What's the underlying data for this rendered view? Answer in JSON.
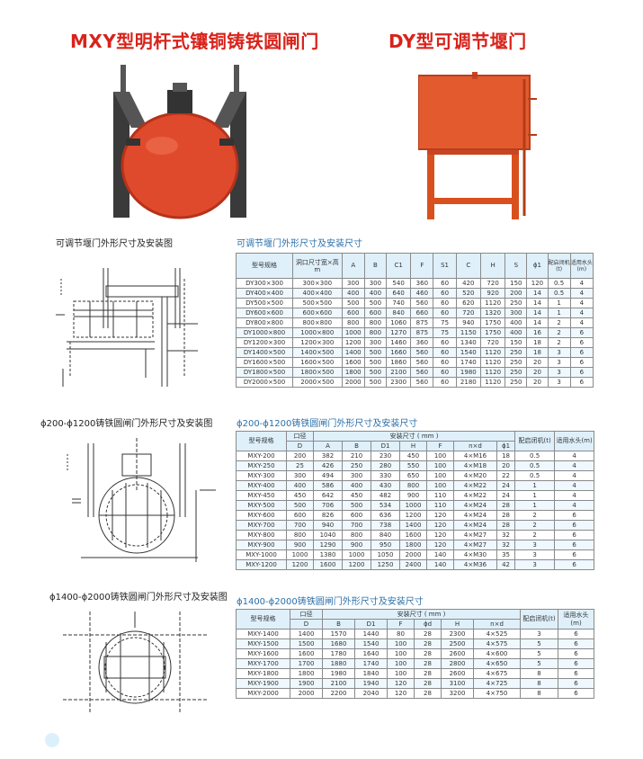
{
  "titles": {
    "left": "MXY型明杆式镶铜铸铁圆闸门",
    "right": "DY型可调节堰门"
  },
  "section1": {
    "drawing_title": "可调节堰门外形尺寸及安装图",
    "table_title": "可调节堰门外形尺寸及安装尺寸",
    "headers": [
      "型号规格",
      "洞口尺寸宽×高m",
      "A",
      "B",
      "C1",
      "F",
      "S1",
      "C",
      "H",
      "S",
      "ϕ1",
      "配启闭机(t)",
      "适用水头(m)"
    ],
    "rows": [
      [
        "DY300×300",
        "300×300",
        "300",
        "300",
        "540",
        "360",
        "60",
        "420",
        "720",
        "150",
        "120",
        "0.5",
        "4"
      ],
      [
        "DY400×400",
        "400×400",
        "400",
        "400",
        "640",
        "460",
        "60",
        "520",
        "920",
        "200",
        "14",
        "0.5",
        "4"
      ],
      [
        "DY500×500",
        "500×500",
        "500",
        "500",
        "740",
        "560",
        "60",
        "620",
        "1120",
        "250",
        "14",
        "1",
        "4"
      ],
      [
        "DY600×600",
        "600×600",
        "600",
        "600",
        "840",
        "660",
        "60",
        "720",
        "1320",
        "300",
        "14",
        "1",
        "4"
      ],
      [
        "DY800×800",
        "800×800",
        "800",
        "800",
        "1060",
        "875",
        "75",
        "940",
        "1750",
        "400",
        "14",
        "2",
        "4"
      ],
      [
        "DY1000×800",
        "1000×800",
        "1000",
        "800",
        "1270",
        "875",
        "75",
        "1150",
        "1750",
        "400",
        "16",
        "2",
        "6"
      ],
      [
        "DY1200×300",
        "1200×300",
        "1200",
        "300",
        "1460",
        "360",
        "60",
        "1340",
        "720",
        "150",
        "18",
        "2",
        "6"
      ],
      [
        "DY1400×500",
        "1400×500",
        "1400",
        "500",
        "1660",
        "560",
        "60",
        "1540",
        "1120",
        "250",
        "18",
        "3",
        "6"
      ],
      [
        "DY1600×500",
        "1600×500",
        "1600",
        "500",
        "1860",
        "560",
        "60",
        "1740",
        "1120",
        "250",
        "20",
        "3",
        "6"
      ],
      [
        "DY1800×500",
        "1800×500",
        "1800",
        "500",
        "2100",
        "560",
        "60",
        "1980",
        "1120",
        "250",
        "20",
        "3",
        "6"
      ],
      [
        "DY2000×500",
        "2000×500",
        "2000",
        "500",
        "2300",
        "560",
        "60",
        "2180",
        "1120",
        "250",
        "20",
        "3",
        "6"
      ]
    ]
  },
  "section2": {
    "drawing_title": "ϕ200-ϕ1200铸铁圆闸门外形尺寸及安装图",
    "table_title": "ϕ200-ϕ1200铸铁圆闸门外形尺寸及安装尺寸",
    "h_model": "型号规格",
    "h_caliber": "口径",
    "h_install": "安装尺寸 ( mm )",
    "h_hoist": "配启闭机(t)",
    "h_head": "适用水头(m)",
    "sub": [
      "D",
      "A",
      "B",
      "D1",
      "H",
      "F",
      "n×d",
      "ϕ1"
    ],
    "rows": [
      [
        "MXY-200",
        "200",
        "382",
        "210",
        "230",
        "450",
        "100",
        "4×M16",
        "18",
        "0.5",
        "4"
      ],
      [
        "MXY-250",
        "25",
        "426",
        "250",
        "280",
        "550",
        "100",
        "4×M18",
        "20",
        "0.5",
        "4"
      ],
      [
        "MXY-300",
        "300",
        "494",
        "300",
        "330",
        "650",
        "100",
        "4×M20",
        "22",
        "0.5",
        "4"
      ],
      [
        "MXY-400",
        "400",
        "586",
        "400",
        "430",
        "800",
        "100",
        "4×M22",
        "24",
        "1",
        "4"
      ],
      [
        "MXY-450",
        "450",
        "642",
        "450",
        "482",
        "900",
        "110",
        "4×M22",
        "24",
        "1",
        "4"
      ],
      [
        "MXY-500",
        "500",
        "706",
        "500",
        "534",
        "1000",
        "110",
        "4×M24",
        "28",
        "1",
        "4"
      ],
      [
        "MXY-600",
        "600",
        "826",
        "600",
        "636",
        "1200",
        "120",
        "4×M24",
        "28",
        "2",
        "6"
      ],
      [
        "MXY-700",
        "700",
        "940",
        "700",
        "738",
        "1400",
        "120",
        "4×M24",
        "28",
        "2",
        "6"
      ],
      [
        "MXY-800",
        "800",
        "1040",
        "800",
        "840",
        "1600",
        "120",
        "4×M27",
        "32",
        "2",
        "6"
      ],
      [
        "MXY-900",
        "900",
        "1290",
        "900",
        "950",
        "1800",
        "120",
        "4×M27",
        "32",
        "3",
        "6"
      ],
      [
        "MXY-1000",
        "1000",
        "1380",
        "1000",
        "1050",
        "2000",
        "140",
        "4×M30",
        "35",
        "3",
        "6"
      ],
      [
        "MXY-1200",
        "1200",
        "1600",
        "1200",
        "1250",
        "2400",
        "140",
        "4×M36",
        "42",
        "3",
        "6"
      ]
    ]
  },
  "section3": {
    "drawing_title": "ϕ1400-ϕ2000铸铁圆闸门外形尺寸及安装图",
    "table_title": "ϕ1400-ϕ2000铸铁圆闸门外形尺寸及安装尺寸",
    "h_model": "型号规格",
    "h_caliber": "口径",
    "h_install": "安装尺寸 ( mm )",
    "h_hoist": "配启闭机(t)",
    "h_head": "适用水头(m)",
    "sub": [
      "D",
      "B",
      "D1",
      "F",
      "ϕd",
      "H",
      "n×d"
    ],
    "rows": [
      [
        "MXY-1400",
        "1400",
        "1570",
        "1440",
        "80",
        "28",
        "2300",
        "4×525",
        "3",
        "6"
      ],
      [
        "MXY-1500",
        "1500",
        "1680",
        "1540",
        "100",
        "28",
        "2500",
        "4×575",
        "5",
        "6"
      ],
      [
        "MXY-1600",
        "1600",
        "1780",
        "1640",
        "100",
        "28",
        "2600",
        "4×600",
        "5",
        "6"
      ],
      [
        "MXY-1700",
        "1700",
        "1880",
        "1740",
        "100",
        "28",
        "2800",
        "4×650",
        "5",
        "6"
      ],
      [
        "MXY-1800",
        "1800",
        "1980",
        "1840",
        "100",
        "28",
        "2600",
        "4×675",
        "8",
        "6"
      ],
      [
        "MXY-1900",
        "1900",
        "2100",
        "1940",
        "120",
        "28",
        "3100",
        "4×725",
        "8",
        "6"
      ],
      [
        "MXY-2000",
        "2000",
        "2200",
        "2040",
        "120",
        "28",
        "3200",
        "4×750",
        "8",
        "6"
      ]
    ]
  },
  "colors": {
    "title_red": "#d8231b",
    "section_blue": "#2b6fa8",
    "header_bg": "#dff0fb",
    "gate_red": "#e04a2c"
  },
  "icons": [
    "circular-gate-photo",
    "weir-gate-photo",
    "weir-drawing",
    "circular-gate-drawing",
    "large-circular-gate-drawing"
  ]
}
